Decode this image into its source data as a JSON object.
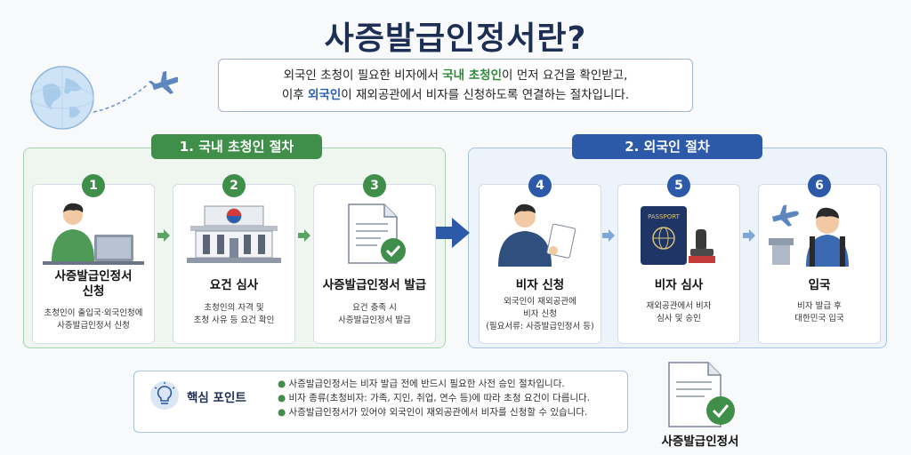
{
  "title": "사증발급인정서란?",
  "intro": {
    "line1_pre": "외국인 초청이 필요한 비자에서 ",
    "line1_highlight": "국내 초청인",
    "line1_post": "이 먼저 요건을 확인받고,",
    "line2_pre": "이후 ",
    "line2_highlight": "외국인",
    "line2_post": "이 재외공관에서 비자를 신청하도록 연결하는 절차입니다."
  },
  "phases": [
    {
      "label": "1. 국내 초청인 절차"
    },
    {
      "label": "2. 외국인 절차"
    }
  ],
  "steps": [
    {
      "num": "1",
      "title_line1": "사증발급인정서",
      "title_line2": "신청",
      "desc_line1": "초청인이 출입국·외국인청에",
      "desc_line2": "사증발급인정서 신청",
      "desc_line3": ""
    },
    {
      "num": "2",
      "title_line1": "요건 심사",
      "title_line2": "",
      "desc_line1": "초청인의 자격 및",
      "desc_line2": "초청 사유 등 요건 확인",
      "desc_line3": ""
    },
    {
      "num": "3",
      "title_line1": "사증발급인정서 발급",
      "title_line2": "",
      "desc_line1": "요건 충족 시",
      "desc_line2": "사증발급인정서 발급",
      "desc_line3": ""
    },
    {
      "num": "4",
      "title_line1": "비자 신청",
      "title_line2": "",
      "desc_line1": "외국인이 재외공관에",
      "desc_line2": "비자 신청",
      "desc_line3": "(필요서류: 사증발급인정서 등)"
    },
    {
      "num": "5",
      "title_line1": "비자 심사",
      "title_line2": "",
      "desc_line1": "재외공관에서 비자",
      "desc_line2": "심사 및 승인",
      "desc_line3": ""
    },
    {
      "num": "6",
      "title_line1": "입국",
      "title_line2": "",
      "desc_line1": "비자 발급 후",
      "desc_line2": "대한민국 입국",
      "desc_line3": ""
    }
  ],
  "passport_text": "PASSPORT",
  "tips": {
    "label": "핵심 포인트",
    "items": [
      "사증발급인정서는 비자 발급 전에 반드시 필요한 사전 승인 절차입니다.",
      "비자 종류(초청비자: 가족, 지인, 취업, 연수 등)에 따라 초청 요건이 다릅니다.",
      "사증발급인정서가 있어야 외국인이 재외공관에서 비자를 신청할 수 있습니다."
    ]
  },
  "doc_caption": "사증발급인정서",
  "colors": {
    "green": "#3f8f4a",
    "blue": "#2c5aa8",
    "navy": "#1d2f54"
  }
}
